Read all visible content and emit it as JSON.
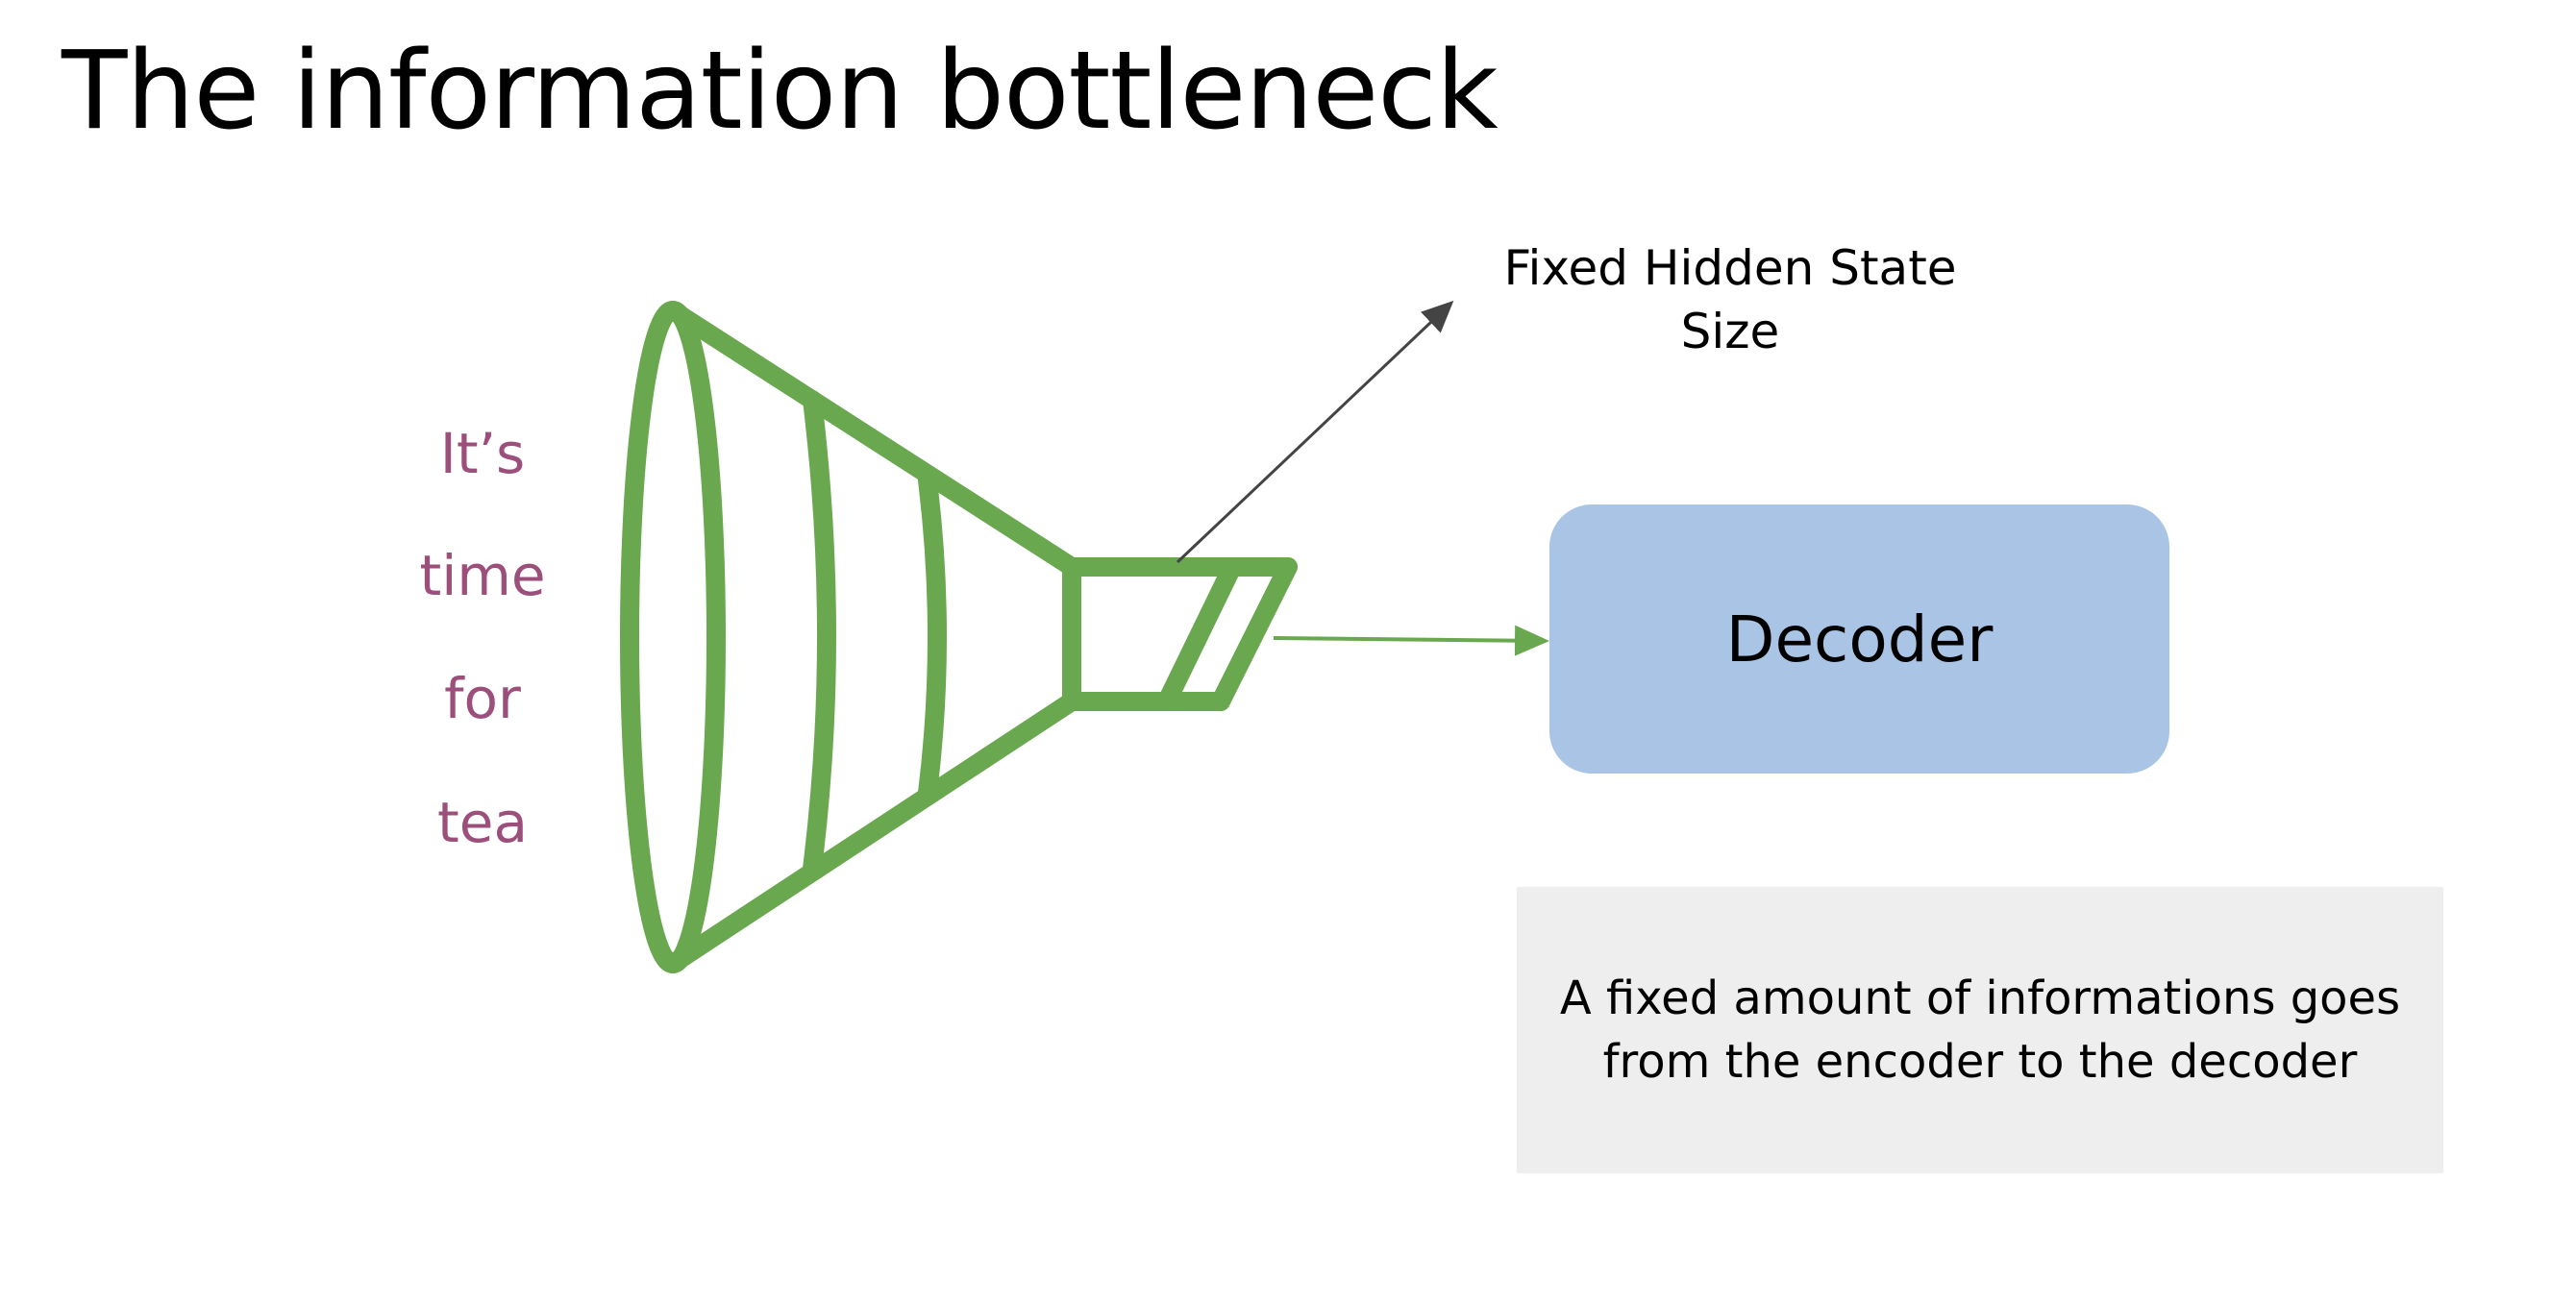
{
  "title": "The information bottleneck",
  "input_words": [
    "It’s",
    "time",
    "for",
    "tea"
  ],
  "hidden_state_label": [
    "Fixed Hidden State",
    "Size"
  ],
  "decoder_label": "Decoder",
  "note_lines": [
    "A fixed amount of informations goes",
    "from the encoder to the decoder"
  ],
  "colors": {
    "encoder_green": "#6aa84f",
    "word_color": "#9b4f7a",
    "decoder_fill": "#a9c4e4",
    "note_fill": "#eeeeee",
    "pointer_arrow": "#444444"
  }
}
